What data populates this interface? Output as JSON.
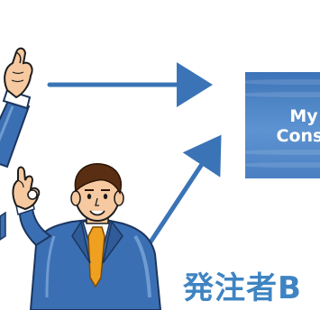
{
  "diagram": {
    "target_card": {
      "line1": "My",
      "line2": "Const"
    },
    "person_label": "発注者B"
  },
  "colors": {
    "arrow": "#3a74b7",
    "card_blue": "#4f86c6",
    "label_blue": "#3f84c2",
    "suit_blue": "#3b6fb3",
    "tie_orange": "#f0a020"
  },
  "icons": {
    "person_top": "person-pointing-icon",
    "person_bottom": "businessman-ok-gesture-icon"
  }
}
